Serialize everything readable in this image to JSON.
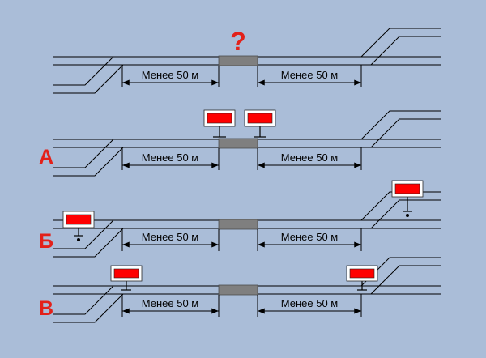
{
  "question": "?",
  "rows": [
    {
      "dim_left": "Менее 50 м",
      "dim_right": "Менее 50 м"
    },
    {
      "label": "А",
      "dim_left": "Менее 50 м",
      "dim_right": "Менее 50 м"
    },
    {
      "label": "Б",
      "dim_left": "Менее 50 м",
      "dim_right": "Менее 50 м"
    },
    {
      "label": "В",
      "dim_left": "Менее 50 м",
      "dim_right": "Менее 50 м"
    }
  ],
  "colors": {
    "background": "#aabdd8",
    "label-red": "#e3211a",
    "signal-red": "#ff0000",
    "crossing-gray": "#7f7f7f",
    "line": "#000000"
  }
}
